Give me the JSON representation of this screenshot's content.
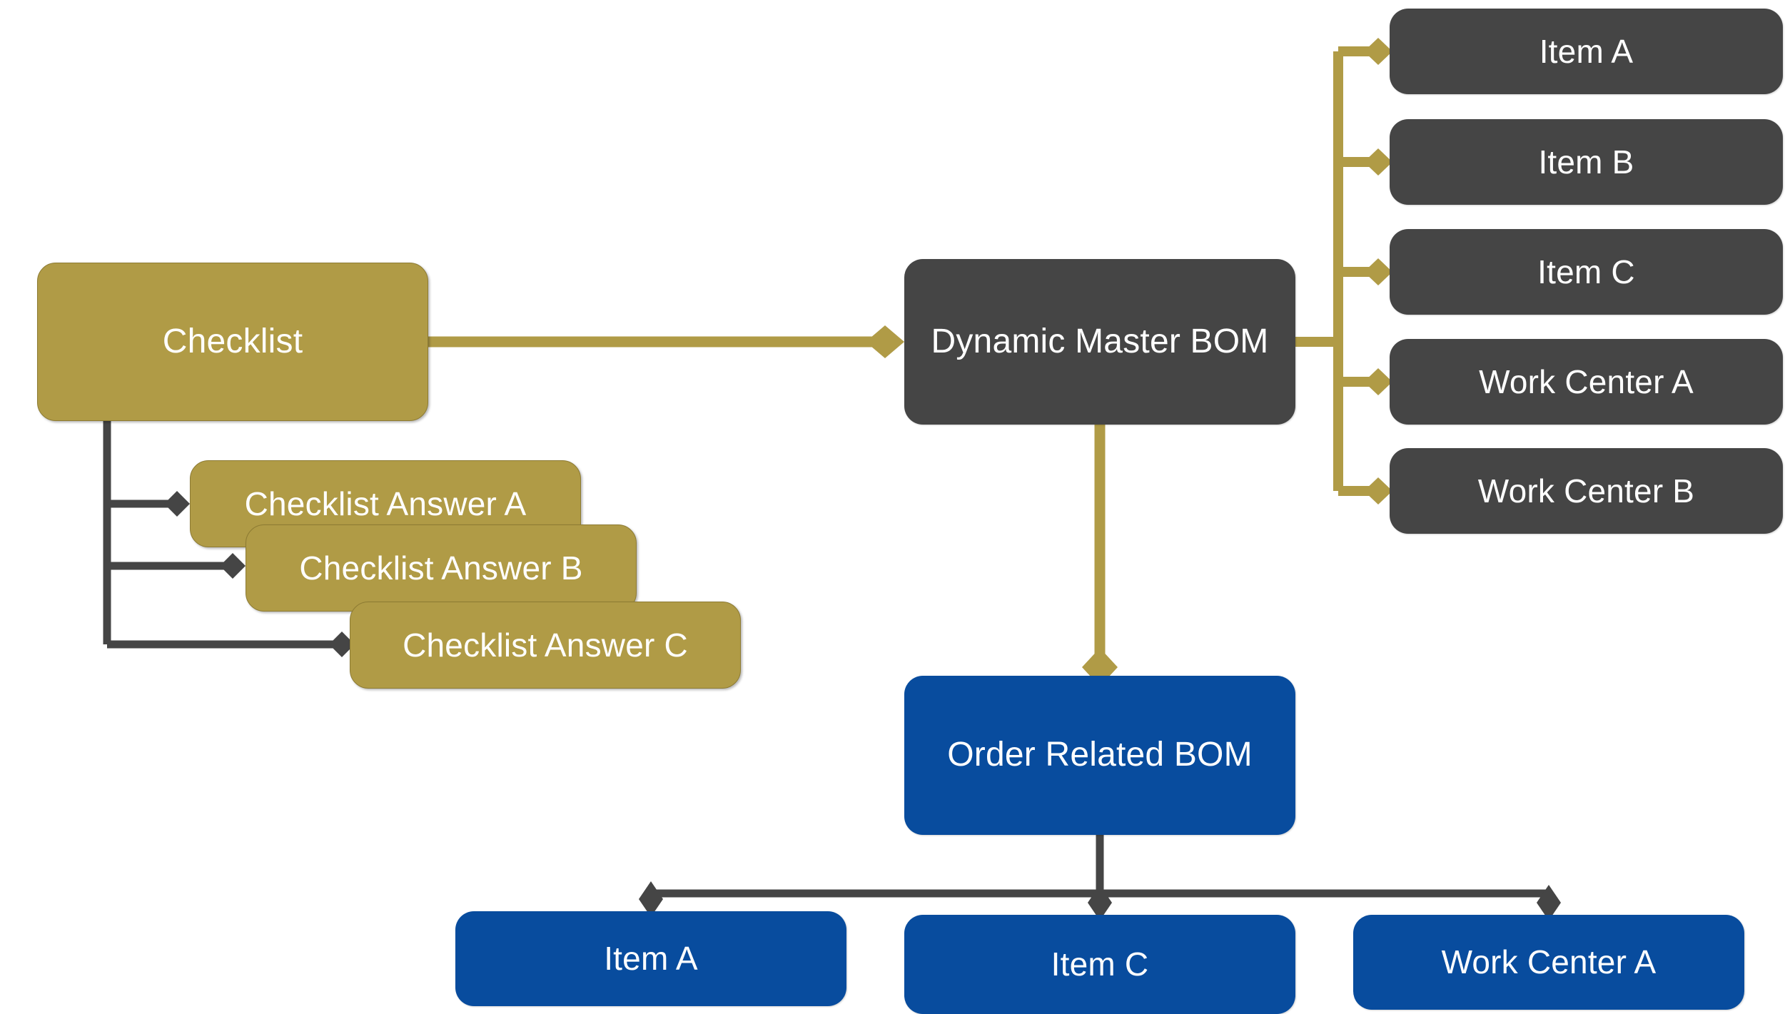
{
  "diagram": {
    "title": "Dynamic Master BOM and Order Related BOM relationship diagram",
    "background": "#ffffff",
    "colors": {
      "gold": "#b09b46",
      "gold_border": "#8d7b33",
      "dark_gray": "#454545",
      "blue": "#084c9e",
      "connector_dark": "#454545",
      "connector_gold": "#b09b46",
      "text": "#ffffff"
    }
  },
  "nodes": {
    "checklist": {
      "label": "Checklist",
      "color": "gold"
    },
    "checklist_answers": [
      {
        "label": "Checklist Answer A",
        "color": "gold"
      },
      {
        "label": "Checklist Answer B",
        "color": "gold"
      },
      {
        "label": "Checklist Answer C",
        "color": "gold"
      }
    ],
    "dynamic_master_bom": {
      "label": "Dynamic Master BOM",
      "color": "dark"
    },
    "master_components": [
      {
        "label": "Item A",
        "color": "dark"
      },
      {
        "label": "Item B",
        "color": "dark"
      },
      {
        "label": "Item C",
        "color": "dark"
      },
      {
        "label": "Work Center A",
        "color": "dark"
      },
      {
        "label": "Work Center B",
        "color": "dark"
      }
    ],
    "order_related_bom": {
      "label": "Order Related BOM",
      "color": "blue"
    },
    "order_components": [
      {
        "label": "Item A",
        "color": "blue"
      },
      {
        "label": "Item C",
        "color": "blue"
      },
      {
        "label": "Work Center A",
        "color": "blue"
      }
    ]
  },
  "edges": [
    {
      "from": "checklist",
      "to": "dynamic-master-bom",
      "style": "gold",
      "arrow": "diamond"
    },
    {
      "from": "checklist",
      "to": "checklist-answer-a",
      "style": "dark",
      "arrow": "diamond"
    },
    {
      "from": "checklist",
      "to": "checklist-answer-b",
      "style": "dark",
      "arrow": "diamond"
    },
    {
      "from": "checklist",
      "to": "checklist-answer-c",
      "style": "dark",
      "arrow": "diamond"
    },
    {
      "from": "dynamic-master-bom",
      "to": "master-item-a",
      "style": "gold",
      "arrow": "diamond"
    },
    {
      "from": "dynamic-master-bom",
      "to": "master-item-b",
      "style": "gold",
      "arrow": "diamond"
    },
    {
      "from": "dynamic-master-bom",
      "to": "master-item-c",
      "style": "gold",
      "arrow": "diamond"
    },
    {
      "from": "dynamic-master-bom",
      "to": "master-work-center-a",
      "style": "gold",
      "arrow": "diamond"
    },
    {
      "from": "dynamic-master-bom",
      "to": "master-work-center-b",
      "style": "gold",
      "arrow": "diamond"
    },
    {
      "from": "dynamic-master-bom",
      "to": "order-related-bom",
      "style": "gold",
      "arrow": "diamond"
    },
    {
      "from": "order-related-bom",
      "to": "order-item-a",
      "style": "dark",
      "arrow": "diamond"
    },
    {
      "from": "order-related-bom",
      "to": "order-item-c",
      "style": "dark",
      "arrow": "diamond"
    },
    {
      "from": "order-related-bom",
      "to": "order-work-center-a",
      "style": "dark",
      "arrow": "diamond"
    }
  ]
}
